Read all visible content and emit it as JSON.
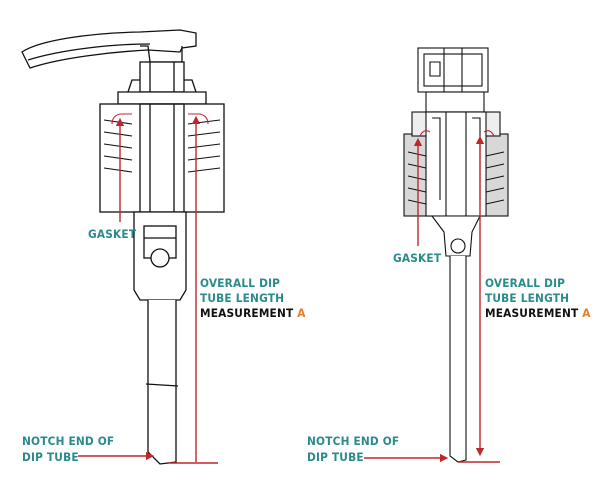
{
  "colors": {
    "label_teal": "#2a8a8c",
    "arrow_red": "#c0272d",
    "accent_orange": "#e8802a",
    "line_black": "#111111",
    "shading_gray": "#bbbbbb"
  },
  "left_pump": {
    "gasket_label": "GASKET",
    "dip_line1": "OVERALL DIP",
    "dip_line2": "TUBE LENGTH",
    "measurement_word": "MEASUREMENT",
    "measurement_letter": "A",
    "notch_line1": "NOTCH END OF",
    "notch_line2": "DIP TUBE"
  },
  "right_pump": {
    "gasket_label": "GASKET",
    "dip_line1": "OVERALL DIP",
    "dip_line2": "TUBE LENGTH",
    "measurement_word": "MEASUREMENT",
    "measurement_letter": "A",
    "notch_line1": "NOTCH END OF",
    "notch_line2": "DIP TUBE"
  }
}
